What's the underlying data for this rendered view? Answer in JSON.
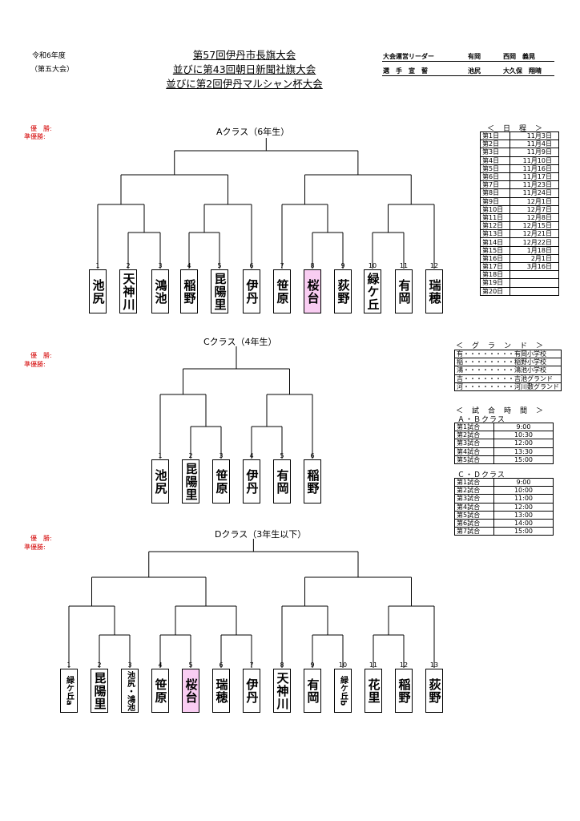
{
  "header": {
    "left1": "令和6年度",
    "left2": "（第五大会）",
    "title1": "第57回伊丹市長旗大会",
    "title2": "並びに第43回朝日新聞社旗大会",
    "title3": "並びに第2回伊丹マルシャン杯大会",
    "leader_label": "大会運営リーダー",
    "leader_names": [
      "有岡",
      "西岡　義晃"
    ],
    "oath_label": "選　手　宣　誓",
    "oath_names": [
      "池尻",
      "大久保　翔晴"
    ]
  },
  "labels": {
    "champion": "優　勝:",
    "runner_up": "準優勝:"
  },
  "classA": {
    "title": "Aクラス（6年生）",
    "teams": [
      {
        "no": "1",
        "name": "池尻"
      },
      {
        "no": "2",
        "name": "天神川"
      },
      {
        "no": "3",
        "name": "鴻池"
      },
      {
        "no": "4",
        "name": "稲野"
      },
      {
        "no": "5",
        "name": "昆陽里"
      },
      {
        "no": "6",
        "name": "伊丹"
      },
      {
        "no": "7",
        "name": "笹原"
      },
      {
        "no": "8",
        "name": "桜台"
      },
      {
        "no": "9",
        "name": "荻野"
      },
      {
        "no": "10",
        "name": "緑ケ丘"
      },
      {
        "no": "11",
        "name": "有岡"
      },
      {
        "no": "12",
        "name": "瑞穂"
      }
    ]
  },
  "classC": {
    "title": "Cクラス（4年生）",
    "teams": [
      {
        "no": "1",
        "name": "池尻"
      },
      {
        "no": "2",
        "name": "昆陽里"
      },
      {
        "no": "3",
        "name": "笹原"
      },
      {
        "no": "4",
        "name": "伊丹"
      },
      {
        "no": "5",
        "name": "有岡"
      },
      {
        "no": "6",
        "name": "稲野"
      }
    ]
  },
  "classD": {
    "title": "Dクラス（3年生以下）",
    "teams": [
      {
        "no": "1",
        "name": "緑ケ丘a"
      },
      {
        "no": "2",
        "name": "昆陽里"
      },
      {
        "no": "3",
        "name": "池尻・鴻池"
      },
      {
        "no": "4",
        "name": "笹原"
      },
      {
        "no": "5",
        "name": "桜台"
      },
      {
        "no": "6",
        "name": "瑞穂"
      },
      {
        "no": "7",
        "name": "伊丹"
      },
      {
        "no": "8",
        "name": "天神川"
      },
      {
        "no": "9",
        "name": "有岡"
      },
      {
        "no": "10",
        "name": "緑ケ丘b"
      },
      {
        "no": "11",
        "name": "花里"
      },
      {
        "no": "12",
        "name": "稲野"
      },
      {
        "no": "13",
        "name": "荻野"
      }
    ]
  },
  "schedule": {
    "title": "＜　日　程　＞",
    "rows": [
      [
        "第1日",
        "11月3日"
      ],
      [
        "第2日",
        "11月4日"
      ],
      [
        "第3日",
        "11月9日"
      ],
      [
        "第4日",
        "11月10日"
      ],
      [
        "第5日",
        "11月16日"
      ],
      [
        "第6日",
        "11月17日"
      ],
      [
        "第7日",
        "11月23日"
      ],
      [
        "第8日",
        "11月24日"
      ],
      [
        "第9日",
        "12月1日"
      ],
      [
        "第10日",
        "12月7日"
      ],
      [
        "第11日",
        "12月8日"
      ],
      [
        "第12日",
        "12月15日"
      ],
      [
        "第13日",
        "12月21日"
      ],
      [
        "第14日",
        "12月22日"
      ],
      [
        "第15日",
        "1月18日"
      ],
      [
        "第16日",
        "2月1日"
      ],
      [
        "第17日",
        "3月16日"
      ],
      [
        "第18日",
        ""
      ],
      [
        "第19日",
        ""
      ],
      [
        "第20日",
        ""
      ]
    ]
  },
  "grounds": {
    "title": "＜　グ　ラ　ン　ド　＞",
    "rows": [
      "有・・・・・・・・有岡小学校",
      "稲・・・・・・・・稲野小学校",
      "鴻・・・・・・・・鴻池小学校",
      "吉・・・・・・・・吉池グランド",
      "河・・・・・・・・河川敷グランド"
    ]
  },
  "times": {
    "title": "＜　試　合　時　間　＞",
    "ab_label": "Ａ・Ｂクラス",
    "ab_rows": [
      [
        "第1試合",
        "9:00"
      ],
      [
        "第2試合",
        "10:30"
      ],
      [
        "第3試合",
        "12:00"
      ],
      [
        "第4試合",
        "13:30"
      ],
      [
        "第5試合",
        "15:00"
      ]
    ],
    "cd_label": "Ｃ・Ｄクラス",
    "cd_rows": [
      [
        "第1試合",
        "9:00"
      ],
      [
        "第2試合",
        "10:00"
      ],
      [
        "第3試合",
        "11:00"
      ],
      [
        "第4試合",
        "12:00"
      ],
      [
        "第5試合",
        "13:00"
      ],
      [
        "第6試合",
        "14:00"
      ],
      [
        "第7試合",
        "15:00"
      ]
    ]
  },
  "colors": {
    "highlight": "#f9cdf2",
    "label_red": "#d40000"
  }
}
